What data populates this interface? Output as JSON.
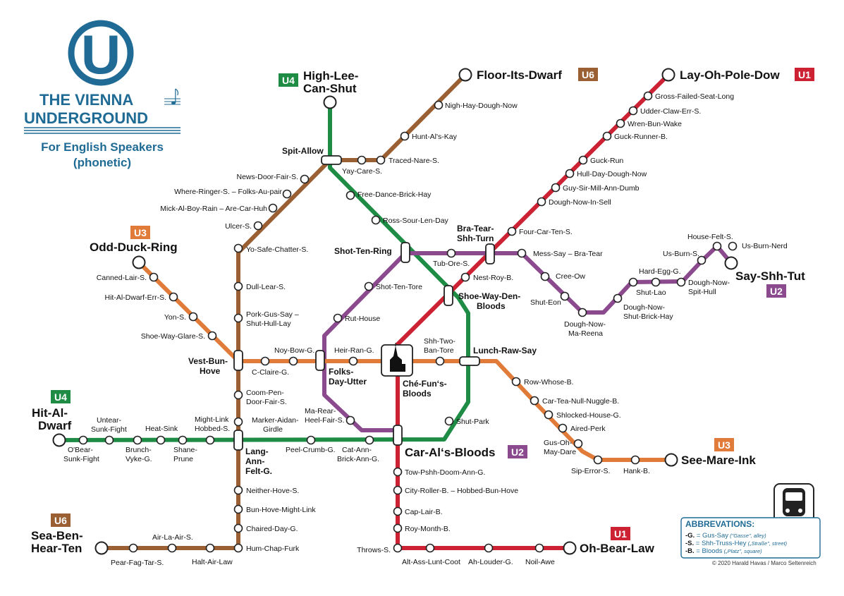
{
  "logo": {
    "letter": "U",
    "title_line1": "THE VIENNA",
    "title_line2": "UNDERGROUND",
    "subtitle_line1": "For English Speakers",
    "subtitle_line2": "(phonetic)"
  },
  "colors": {
    "U1": "#cc2233",
    "U2": "#8b4a8e",
    "U3": "#e07b39",
    "U4": "#1e8c45",
    "U6": "#9a5f32",
    "brand": "#1f6b95"
  },
  "badges": {
    "u1": "U1",
    "u2": "U2",
    "u3": "U3",
    "u4": "U4",
    "u6": "U6"
  },
  "termini": {
    "high_lee_1": "High-Lee-",
    "high_lee_2": "Can-Shut",
    "floor_its_dwarf": "Floor-Its-Dwarf",
    "lay_oh_pole_dow": "Lay-Oh-Pole-Dow",
    "odd_duck_ring": "Odd-Duck-Ring",
    "say_shh_tut": "Say-Shh-Tut",
    "hit_al_1": "Hit-Al-",
    "hit_al_2": "Dwarf",
    "sea_ben_1": "Sea-Ben-",
    "sea_ben_2": "Hear-Ten",
    "see_mare_ink": "See-Mare-Ink",
    "oh_bear_law": "Oh-Bear-Law",
    "car_als_bloods": "Car-Al‘s-Bloods"
  },
  "hubs": {
    "spit_allow": "Spit-Allow",
    "shot_ten_ring": "Shot-Ten-Ring",
    "bra_tear_1": "Bra-Tear-",
    "bra_tear_2": "Shh-Turn",
    "shoe_way_1": "Shoe-Way-Den-",
    "shoe_way_2": "Bloods",
    "lunch_raw_say": "Lunch-Raw-Say",
    "vest_bun_1": "Vest-Bun-",
    "vest_bun_2": "Hove",
    "folks_day_1": "Folks-",
    "folks_day_2": "Day-Utter",
    "che_fun_1": "Ché-Fun‘s-",
    "che_fun_2": "Bloods",
    "lang_ann_1": "Lang-",
    "lang_ann_2": "Ann-",
    "lang_ann_3": "Felt-G."
  },
  "stations": {
    "u6_nigh_hay": "Nigh-Hay-Dough-Now",
    "u6_hunt_als": "Hunt-Al's-Kay",
    "u6_traced": "Traced-Nare-S.",
    "u6_yay_care": "Yay-Care-S.",
    "u6_news_door": "News-Door-Fair-S.",
    "u6_where_ringer": "Where-Ringer-S. – Folks-Au-pair",
    "u6_mick_al": "Mick-Al-Boy-Rain – Are-Car-Huh",
    "u6_ulcer": "Ulcer-S.",
    "u6_yo_safe": "Yo-Safe-Chatter-S.",
    "u6_dull_lear": "Dull-Lear-S.",
    "u6_pork_gus_1": "Pork-Gus-Say –",
    "u6_pork_gus_2": "Shut-Hull-Lay",
    "u6_c_claire": "C-Claire-G.",
    "u6_coom_pen_1": "Coom-Pen-",
    "u6_coom_pen_2": "Door-Fair-S.",
    "u6_marker_1": "Marker-Aidan-",
    "u6_marker_2": "Girdle",
    "u6_neither": "Neither-Hove-S.",
    "u6_bun_hove": "Bun-Hove-Might-Link",
    "u6_chaired": "Chaired-Day-G.",
    "u6_hum_chap": "Hum-Chap-Furk",
    "u6_halt_air": "Halt-Air-Law",
    "u6_air_la": "Air-La-Air-S.",
    "u6_pear_fag": "Pear-Fag-Tar-S.",
    "u4_free_dance": "Free-Dance-Brick-Hay",
    "u4_ross_sour": "Ross-Sour-Len-Day",
    "u4_shut_park": "Shut-Park",
    "u4_cat_ann_1": "Cat-Ann-",
    "u4_cat_ann_2": "Brick-Ann-G.",
    "u4_peel_crumb": "Peel-Crumb-G.",
    "u4_might_link_1": "Might-Link",
    "u4_might_link_2": "Hobbed-S.",
    "u4_shane_1": "Shane-",
    "u4_shane_2": "Prune",
    "u4_heat_sink": "Heat-Sink",
    "u4_brunch_1": "Brunch-",
    "u4_brunch_2": "Vyke-G.",
    "u4_untear_1": "Untear-",
    "u4_untear_2": "Sunk-Fight",
    "u4_obear_1": "O'Bear-",
    "u4_obear_2": "Sunk-Fight",
    "u1_gross_failed": "Gross-Failed-Seat-Long",
    "u1_udder_claw": "Udder-Claw-Err-S.",
    "u1_wren_bun": "Wren-Bun-Wake",
    "u1_guck_runner": "Guck-Runner-B.",
    "u1_guck_run": "Guck-Run",
    "u1_hull_day": "Hull-Day-Dough-Now",
    "u1_guy_sir": "Guy-Sir-Mill-Ann-Dumb",
    "u1_dough_now_in": "Dough-Now-In-Sell",
    "u1_four_car": "Four-Car-Ten-S.",
    "u1_nest_roy": "Nest-Roy-B.",
    "u1_tow_pshh": "Tow-Pshh-Doom-Ann-G.",
    "u1_city_roller": "City-Roller-B. – Hobbed-Bun-Hove",
    "u1_cap_lair": "Cap-Lair-B.",
    "u1_roy_month": "Roy-Month-B.",
    "u1_throws": "Throws-S.",
    "u1_alt_ass": "Alt-Ass-Lunt-Coot",
    "u1_ah_louder": "Ah-Louder-G.",
    "u1_noil_awe": "Noil-Awe",
    "u2_tub_ore": "Tub-Ore-S.",
    "u2_mess_say": "Mess-Say – Bra-Tear",
    "u2_cree_ow": "Cree-Ow",
    "u2_shut_eon": "Shut-Eon",
    "u2_dough_now_ma_1": "Dough-Now-",
    "u2_dough_now_ma_2": "Ma-Reena",
    "u2_dough_now_shut_1": "Dough-Now-",
    "u2_dough_now_shut_2": "Shut-Brick-Hay",
    "u2_shut_lao": "Shut-Lao",
    "u2_hard_egg": "Hard-Egg-G.",
    "u2_dough_now_spit_1": "Dough-Now-",
    "u2_dough_now_spit_2": "Spit-Hull",
    "u2_us_burn_s": "Us-Burn-S.",
    "u2_house_felt": "House-Felt-S.",
    "u2_us_burn_nerd": "Us-Burn-Nerd",
    "u2_shot_ten_tore": "Shot-Ten-Tore",
    "u2_rut_house": "Rut-House",
    "u2_ma_rear_1": "Ma-Rear-",
    "u2_ma_rear_2": "Heel-Fair-S.",
    "u3_canned_lair": "Canned-Lair-S.",
    "u3_hit_al_dwarf_err": "Hit-Al-Dwarf-Err-S.",
    "u3_yon": "Yon-S.",
    "u3_shoe_way_glare": "Shoe-Way-Glare-S.",
    "u3_noy_bow": "Noy-Bow-G.",
    "u3_heir_ran": "Heir-Ran-G.",
    "u3_shh_two_1": "Shh-Two-",
    "u3_shh_two_2": "Ban-Tore",
    "u3_row_whose": "Row-Whose-B.",
    "u3_car_tea": "Car-Tea-Null-Nuggle-B.",
    "u3_shlocked": "Shlocked-House-G.",
    "u3_aired_perk": "Aired-Perk",
    "u3_gus_oh_1": "Gus-Oh-",
    "u3_gus_oh_2": "May-Dare",
    "u3_sip_error": "Sip-Error-S.",
    "u3_hank": "Hank-B."
  },
  "abbreviations": {
    "heading": "ABBREVATIONS:",
    "g_key": "-G.",
    "g_eq": " = ",
    "g_val": "Gus-Say",
    "g_note": " (\"Gasse\", alley)",
    "s_key": "-S.",
    "s_eq": " = ",
    "s_val": "Shh-Truss-Hey",
    "s_note": " („Straße\", street)",
    "b_key": "-B.",
    "b_eq": " = ",
    "b_val": "Bloods",
    "b_note": " („Platz\", square)"
  },
  "credit": "© 2020 Harald Havas / Marco Seltenreich",
  "icons": {
    "train": "train-icon",
    "cathedral": "cathedral-icon",
    "music": "music-note-icon"
  }
}
